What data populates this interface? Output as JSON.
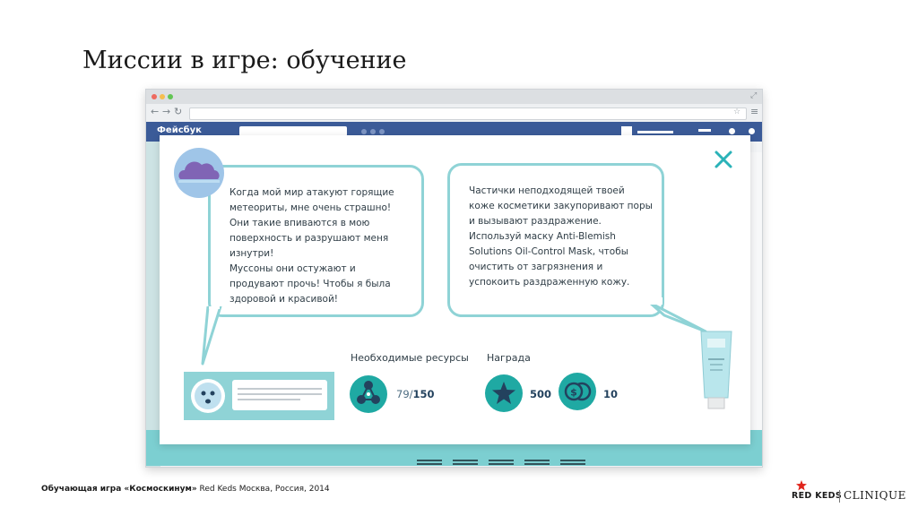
{
  "slide": {
    "title": "Миссии в игре: обучение"
  },
  "browser": {
    "app_name": "Фейсбук"
  },
  "modal": {
    "left_bubble_text": "Когда мой мир атакуют горящие метеориты, мне очень страшно! Они такие впиваются в мою поверхность и разрушают меня изнутри!\nМуссоны они остужают и продувают прочь! Чтобы я была здоровой и красивой!",
    "right_bubble_text": "Частички неподходящей твоей коже косметики закупоривают поры и вызывают раздражение. Используй маску Anti-Blemish Solutions Oil-Control Mask, чтобы очистить от загрязнения и успокоить раздраженную кожу.",
    "resources": {
      "label": "Необходимые ресурсы",
      "current": "79",
      "separator": "/",
      "required": "150"
    },
    "reward": {
      "label": "Награда",
      "stars": "500",
      "coins": "10"
    }
  },
  "footer": {
    "prefix": "Обучающая игра «Космоскинум»",
    "suffix": " Red Keds Москва, Россия, 2014"
  },
  "brands": {
    "redkeds": "RED KEDS",
    "clinique": "CLINIQUE"
  },
  "colors": {
    "teal": "#8fd3d6",
    "dark_teal": "#1fa9a3",
    "purple": "#8064b5",
    "facebook_blue": "#3b5b98",
    "navy": "#23425e"
  }
}
